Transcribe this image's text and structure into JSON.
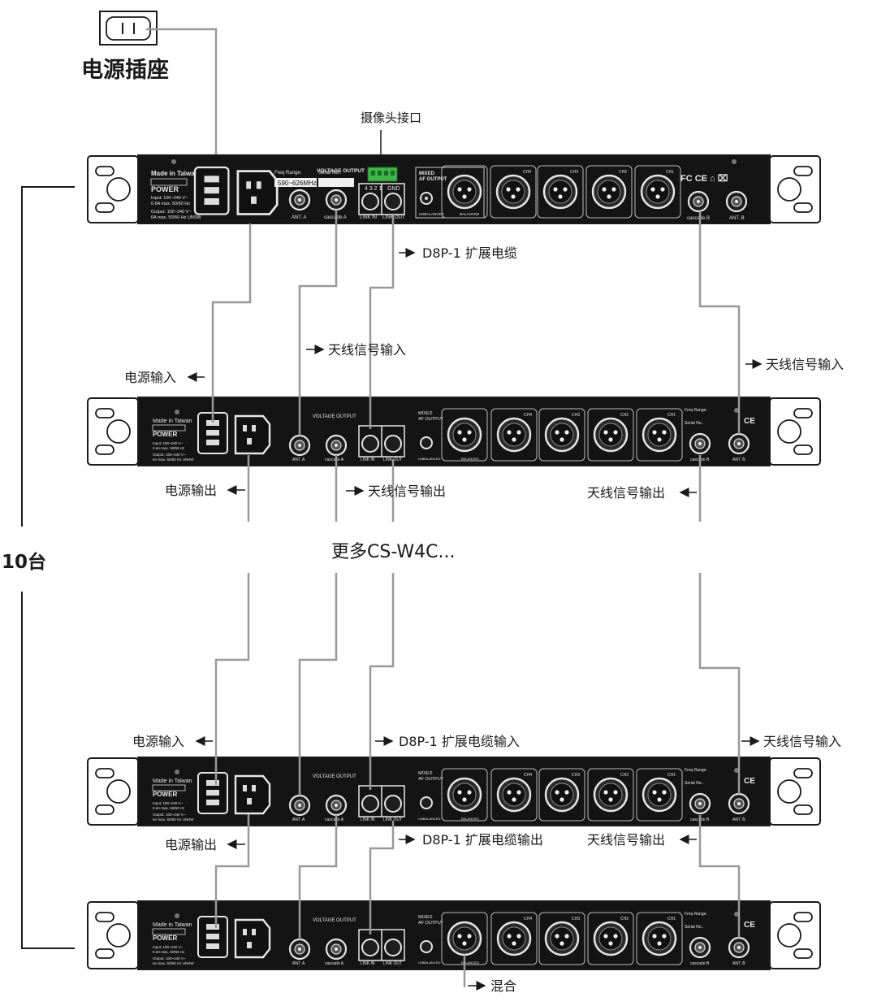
{
  "outlet": {
    "label": "电源插座"
  },
  "camera_port": {
    "label": "摄像头接口"
  },
  "count": {
    "label": "10台"
  },
  "more": {
    "label": "更多CS-W4C..."
  },
  "arrows": {
    "ext_cable": "D8P-1 扩展电缆",
    "ext_cable_in": "D8P-1 扩展电缆输入",
    "ext_cable_out": "D8P-1 扩展电缆输出",
    "ant_in": "天线信号输入",
    "ant_out": "天线信号输出",
    "power_in": "电源输入",
    "power_out": "电源输出",
    "mix": "混合"
  },
  "panel_top": {
    "made_in": "Made in Taiwan",
    "power": "POWER",
    "input_spec": "Input: 100~240 V~",
    "input_spec2": "0.6A max. 50/60 Hz",
    "output_spec": "Output: 100~240 V~",
    "output_spec2": "6A max. 50/60 Hz UNSW",
    "freq_title": "Freq Range:",
    "freq_value": "590~626MHz",
    "serial_title": "Serial No.:",
    "voltage_output": "VOLTAGE OUTPUT",
    "pins": "4 3 2 1",
    "gnd": "GND",
    "ant_a": "ANT. A",
    "cascade_a": "cascade A",
    "link_in": "LINK IN",
    "link_out": "LINK OUT",
    "mixed": "MIXED",
    "af_output": "AF OUTPUT",
    "unbalanced": "UNBALANCED",
    "balanced": "BALANCED",
    "af_output_balanced": "AF OUTPUT BALANCED",
    "ch4": "CH4",
    "ch3": "CH3",
    "ch2": "CH2",
    "ch1": "CH1",
    "cert": "FC CE ⌂ ⌧",
    "cascade_b": "cascade B",
    "ant_b": "ANT. B"
  },
  "panel_small": {
    "made_in": "Made in Taiwan",
    "power": "POWER",
    "input_spec": "Input: 100~240 V~",
    "input_spec2": "0.6A max. 50/60 Hz",
    "output_spec": "Output: 100~240 V~",
    "output_spec2": "6A max. 50/60 Hz UNSW",
    "voltage_output": "VOLTAGE OUTPUT",
    "ant_a": "ANT. A",
    "cascade_a": "cascade A",
    "link_in": "LINK IN",
    "link_out": "LINK OUT",
    "mixed": "MIXED",
    "af_output": "AF OUTPUT",
    "unbalanced": "UNBALANCED",
    "balanced": "BALANCED",
    "af_output_balanced": "AF OUTPUT BALANCED",
    "ch4": "CH4",
    "ch3": "CH3",
    "ch2": "CH2",
    "ch1": "CH1",
    "freq_title": "Freq Range:",
    "serial_title": "Serial No.:",
    "cert": "CE",
    "cascade_b": "cascade B",
    "ant_b": "ANT. B"
  }
}
